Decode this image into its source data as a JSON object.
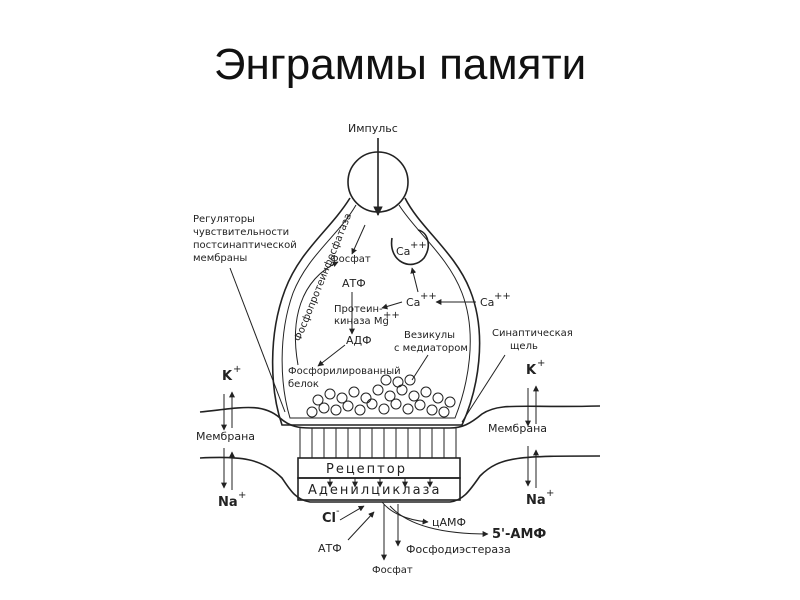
{
  "title": "Энграммы памяти",
  "labels": {
    "impulse": "Импульс",
    "regulators": [
      "Регуляторы",
      "чувствительности",
      "постсинаптической",
      "мембраны"
    ],
    "ca_inside": "Ca",
    "fosfat_top": "Фосфат",
    "atf_top": "АТФ",
    "ca_left": "Ca",
    "ca_right": "Ca",
    "proteinkinase": [
      "Протеин-",
      "киназа Mg"
    ],
    "phosphoprotein_phosphatase": "Фосфопротеинфосфатаза",
    "adf": "АДФ",
    "vesicles": [
      "Везикулы",
      "с медиатором"
    ],
    "synaptic_cleft": [
      "Синаптическая",
      "щель"
    ],
    "phosphorylated_protein": [
      "Фосфорилированный",
      "белок"
    ],
    "k_left": "K",
    "k_right": "K",
    "membrane_left": "Мембрана",
    "membrane_right": "Мембрана",
    "receptor": "Рецептор",
    "adenylate_cyclase": "Аденилциклаза",
    "na_left": "Na",
    "na_right": "Na",
    "cl": "Cl",
    "camf": "цАМФ",
    "five_amf": "5'-АМФ",
    "atf_bottom": "АТФ",
    "fosfat_bottom": "Фосфат",
    "phosphodiesterase": "Фосфодиэстераза"
  }
}
